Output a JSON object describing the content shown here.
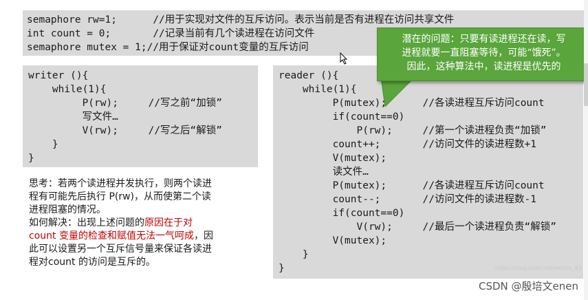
{
  "top_code": {
    "line1": "semaphore rw=1;      //用于实现对文件的互斥访问。表示当前是否有进程在访问共享文件",
    "line2": "int count = 0;       //记录当前有几个读进程在访问文件",
    "line3": "semaphore mutex = 1;//用于保证对count变量的互斥访问"
  },
  "writer": {
    "l1": "writer (){",
    "l2": "    while(1){",
    "l3": "         P(rw);     //写之前“加锁”",
    "l4": "         写文件…",
    "l5": "         V(rw);     //写之后“解锁”",
    "l6": "    }",
    "l7": "}"
  },
  "reader": {
    "l1": "reader (){",
    "l2": "    while(1){",
    "l3": "         P(mutex);      //各读进程互斥访问count",
    "l4": "         if(count==0)",
    "l5": "             P(rw);     //第一个读进程负责“加锁”",
    "l6": "         count++;       //访问文件的读进程数+1",
    "l7": "         V(mutex);",
    "l8": "         读文件…",
    "l9": "         P(mutex);      //各读进程互斥访问count",
    "l10": "         count--;       //访问文件的读进程数-1",
    "l11": "         if(count==0)",
    "l12": "             V(rw);     //最后一个读进程负责“解锁”",
    "l13": "         V(mutex);",
    "l14": "    }",
    "l15": "}"
  },
  "think": {
    "line1": "思考：若两个读进程并发执行，则两个读进",
    "line2": "程有可能先后执行 P(rw)，从而使第二个读",
    "line3": "进程阻塞的情况。",
    "line4": "如何解决：出现上述问题的",
    "line4_red": "原因在于对",
    "line5_red": "count 变量的检查和赋值无法一气呵成",
    "line5_tail": "，因",
    "line6": "此可以设置另一个互斥信号量来保证各读进",
    "line7": "程对count 的访问是互斥的。"
  },
  "callout": {
    "line1": "潜在的问题：只要有读进程还在读，写",
    "line2": "进程就要一直阻塞等待，可能“饿死”。",
    "line3": "因此，这种算法中，读进程是优先的"
  },
  "watermark": "CSDN @殷培文enen",
  "faint_url": "https://blog.csdn.net/weixin_43"
}
